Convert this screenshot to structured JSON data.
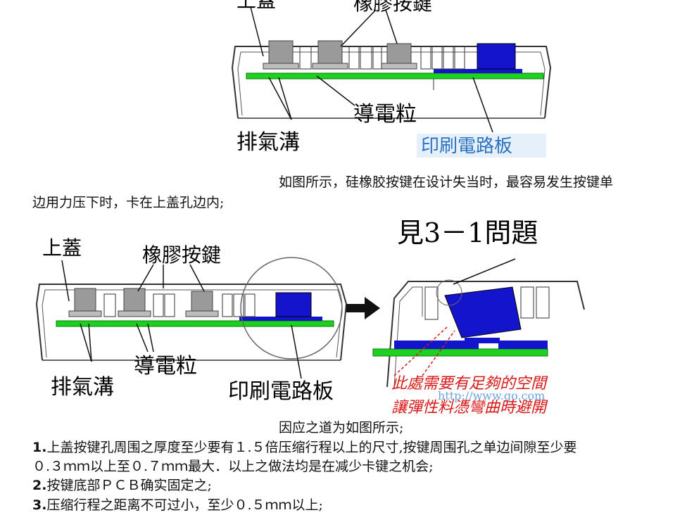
{
  "figure1": {
    "label_cover": "上蓋",
    "label_rubber_keys": "橡膠按鍵",
    "label_conductive_pill": "導電粒",
    "label_vent_groove": "排氣溝",
    "label_pcb": "印刷電路板"
  },
  "caption1_line1": "如图所示，硅橡胶按键在设计失当时，最容易发生按键单",
  "caption1_line2": "边用力压下时，卡在上盖孔边内;",
  "figure2": {
    "label_cover": "上蓋",
    "label_rubber_keys": "橡膠按鍵",
    "label_conductive_pill": "導電粒",
    "label_vent_groove": "排氣溝",
    "label_pcb": "印刷電路板",
    "label_problem": "見3－1問題",
    "note_line1": "此處需要有足夠的空間",
    "note_line2": "讓彈性料憑彎曲時避開",
    "watermark": "http://www.go.com"
  },
  "caption2": "因应之道为如图所示;",
  "items": [
    {
      "num": "1.",
      "line1": "上盖按键孔周围之厚度至少要有１.５倍压缩行程以上的尺寸,按键周围孔之单边间隙至少要",
      "line2": "０.３ｍｍ以上至０.７ｍｍ最大．以上之做法均是在减少卡键之机会;"
    },
    {
      "num": "2.",
      "line1": "按键底部ＰＣＢ确实固定之;"
    },
    {
      "num": "3.",
      "line1": "压缩行程之距离不可过小，至少０.５ｍｍ以上;"
    }
  ],
  "colors": {
    "pcb": "#1fd11f",
    "key_gray": "#9a9a9a",
    "key_blue": "#1414cc",
    "note_red": "#d81818",
    "watermark": "#6fa3d8"
  }
}
